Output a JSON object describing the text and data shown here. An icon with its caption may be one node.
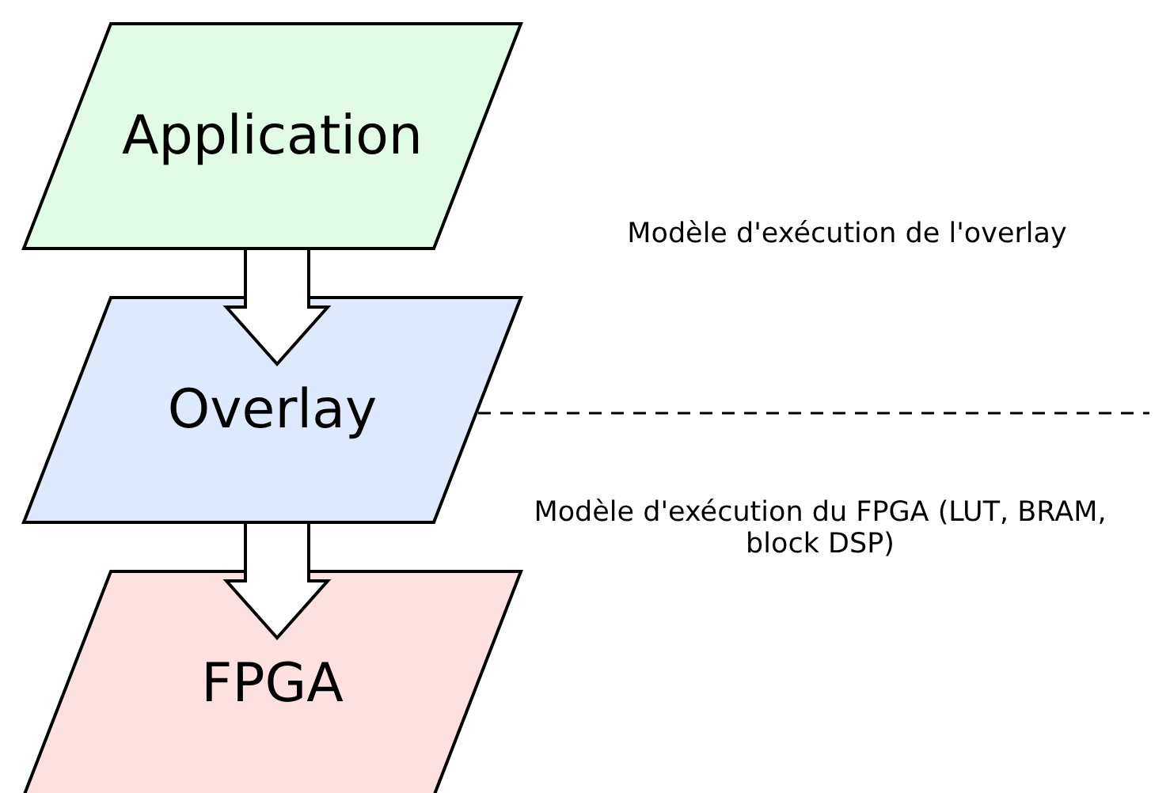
{
  "diagram": {
    "nodes": [
      {
        "text": [
          "Application"
        ]
      },
      {
        "text": [
          "Overlay"
        ]
      },
      {
        "text": [
          "FPGA"
        ]
      }
    ],
    "edges": [
      {
        "from": 0,
        "to": 1,
        "arrow": "to"
      },
      {
        "from": 1,
        "to": 2,
        "arrow": "to"
      }
    ],
    "labels": [
      "Modèle d'exécution de l'overlay",
      "Modèle d'exécution du FPGA (LUT, BRAM, block DSP)"
    ]
  }
}
